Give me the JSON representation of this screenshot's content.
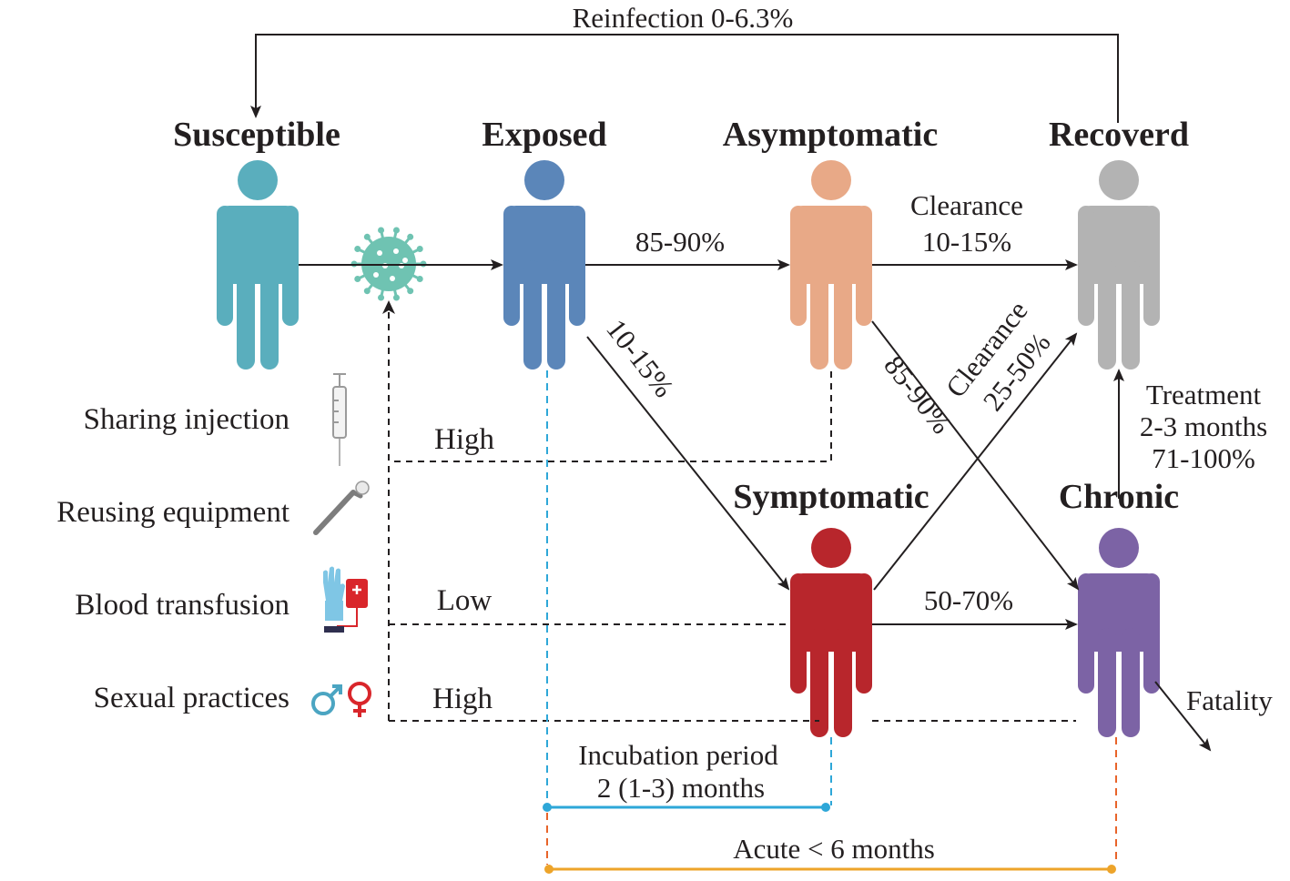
{
  "states": {
    "susceptible": {
      "label": "Susceptible",
      "color": "#5aaebd"
    },
    "exposed": {
      "label": "Exposed",
      "color": "#5b86b9"
    },
    "asymptomatic": {
      "label": "Asymptomatic",
      "color": "#e8a987"
    },
    "recovered": {
      "label": "Recoverd",
      "color": "#b3b3b3"
    },
    "symptomatic": {
      "label": "Symptomatic",
      "color": "#b8262c"
    },
    "chronic": {
      "label": "Chronic",
      "color": "#7c63a5"
    }
  },
  "transitions": {
    "reinfection": "Reinfection 0-6.3%",
    "exposed_to_asymptomatic": "85-90%",
    "exposed_to_symptomatic": "10-15%",
    "asymptomatic_to_recovered_line1": "Clearance",
    "asymptomatic_to_recovered_line2": "10-15%",
    "asymptomatic_to_chronic": "85-90%",
    "symptomatic_to_recovered_line1": "Clearance",
    "symptomatic_to_recovered_line2": "25-50%",
    "symptomatic_to_chronic": "50-70%",
    "treatment_line1": "Treatment",
    "treatment_line2": "2-3 months",
    "treatment_line3": "71-100%",
    "fatality": "Fatality"
  },
  "routes": [
    {
      "label": "Sharing injection",
      "icon": "syringe-icon"
    },
    {
      "label": "Reusing equipment",
      "icon": "dental-tool-icon"
    },
    {
      "label": "Blood transfusion",
      "icon": "blood-bag-icon"
    },
    {
      "label": "Sexual practices",
      "icon": "gender-symbols-icon"
    }
  ],
  "risk_levels": {
    "asymptomatic": "High",
    "symptomatic": "Low",
    "chronic": "High"
  },
  "periods": {
    "incubation_line1": "Incubation period",
    "incubation_line2": "2 (1-3) months",
    "incubation_color": "#2ea7d8",
    "acute": "Acute < 6 months",
    "acute_color": "#eda42a"
  },
  "virus_color": "#6fc3b2"
}
